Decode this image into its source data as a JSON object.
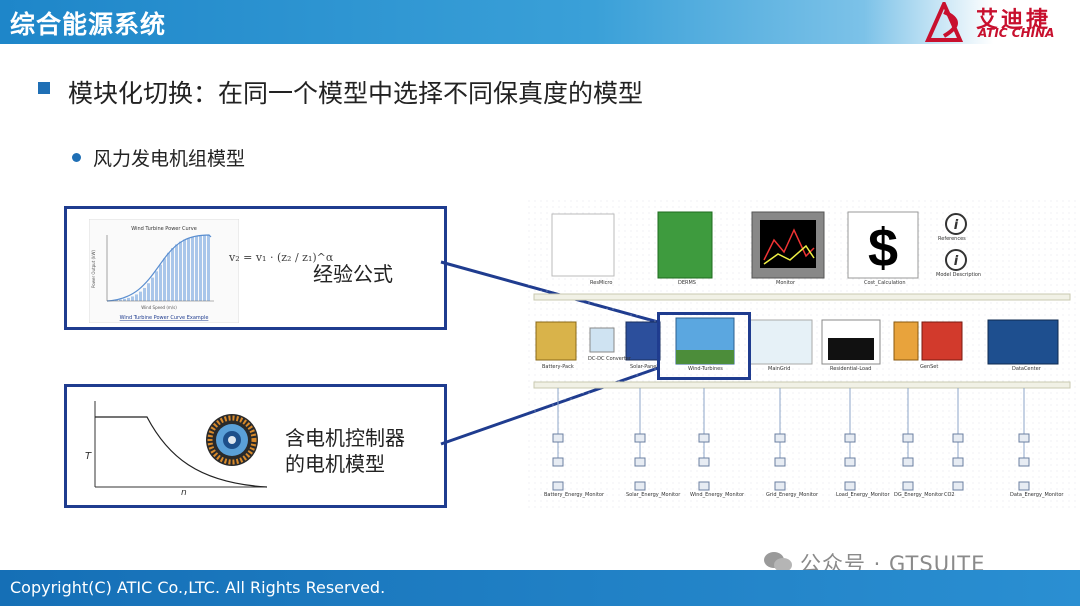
{
  "header": {
    "title": "综合能源系统"
  },
  "logo": {
    "cn": "艾迪捷",
    "en": "ATIC CHINA"
  },
  "heading": "模块化切换：在同一个模型中选择不同保真度的模型",
  "subheading": "风力发电机组模型",
  "box1": {
    "label": "经验公式",
    "chart_title": "Wind Turbine Power Curve",
    "chart_caption": "Wind Turbine Power Curve Example",
    "xlabel": "Wind Speed (m/s)",
    "ylabel": "Power Output (kW)",
    "formula": "v₂ = v₁ · (z₂ / z₁)^α"
  },
  "box2": {
    "label_line1": "含电机控制器",
    "label_line2": "的电机模型",
    "axis_y": "T",
    "axis_x": "n"
  },
  "diagram": {
    "top_blocks": [
      "ResMicro",
      "DERMS",
      "Monitor",
      "Cost_Calculation"
    ],
    "info": [
      "References",
      "Model Description"
    ],
    "mid_blocks": [
      "Battery-Pack",
      "DC-DC Converter",
      "Solar-Panel",
      "Wind-Turbines",
      "MainGrid",
      "Residential-Load",
      "GenSet",
      "DataCenter"
    ],
    "energy": [
      "Battery_Energy_Monitor",
      "Solar_Energy_Monitor",
      "Wind_Energy_Monitor",
      "Grid_Energy_Monitor",
      "Load_Energy_Monitor",
      "DG_Energy_Monitor",
      "CO2",
      "Data_Energy_Monitor"
    ]
  },
  "watermark": "公众号 · GTSUITE",
  "footer": "Copyright(C) ATIC Co.,LTC. All Rights Reserved.",
  "colors": {
    "brand": "#1e86c9",
    "accent": "#1f3c8f",
    "logo": "#c8102e"
  }
}
